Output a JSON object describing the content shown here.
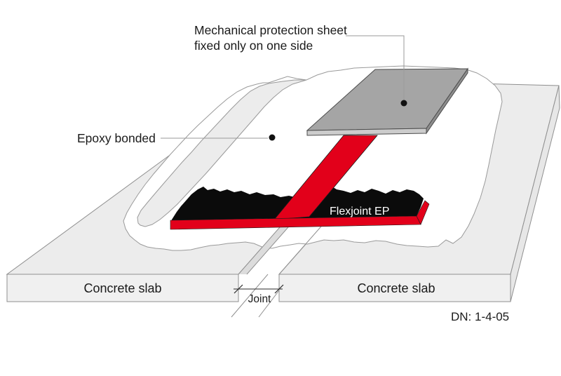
{
  "diagram": {
    "type": "technical-construction-detail",
    "labels": {
      "mechanical_sheet_line1": "Mechanical protection sheet",
      "mechanical_sheet_line2": "fixed only on one side",
      "epoxy_bonded": "Epoxy bonded",
      "flexjoint": "Flexjoint EP",
      "concrete_slab_left": "Concrete slab",
      "concrete_slab_right": "Concrete slab",
      "joint": "Joint",
      "drawing_number": "DN: 1-4-05"
    },
    "colors": {
      "page": "#ffffff",
      "red": "#e2001a",
      "black_mass": "#0b0b0b",
      "slab": "#ececec",
      "slab_front": "#f0f0f0",
      "slab_side": "#e7e7e7",
      "joint_wall": "#dcdcdc",
      "epoxy_white": "#ffffff",
      "sheet_top": "#a5a5a5",
      "sheet_front": "#cccccc",
      "sheet_side": "#8d8d8d",
      "outline": "#8f8f8f",
      "leader": "#9a9a9a",
      "text": "#1a1a1a",
      "flexjoint_text": "#ffffff"
    }
  }
}
